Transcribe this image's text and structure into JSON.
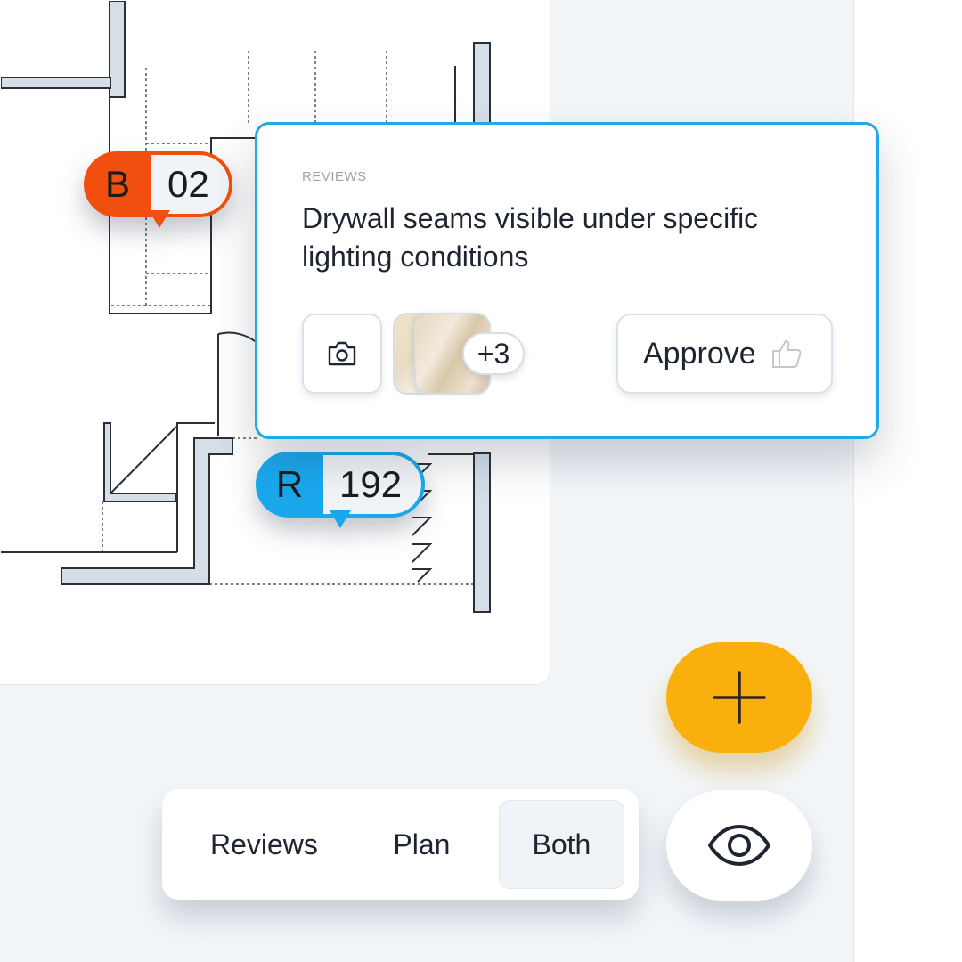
{
  "popup": {
    "section_label": "REVIEWS",
    "description": "Drywall seams visible under specific lighting conditions",
    "extra_photos": "+3",
    "approve_label": "Approve"
  },
  "pins": [
    {
      "letter": "B",
      "number": "02",
      "color": "#f04f0f"
    },
    {
      "letter": "R",
      "number": "192",
      "color": "#1aa8ec"
    }
  ],
  "view_toggle": {
    "options": [
      "Reviews",
      "Plan",
      "Both"
    ],
    "selected": "Both"
  },
  "icons": {
    "camera": "camera-icon",
    "thumbs_up": "thumbs-up-icon",
    "add": "plus-icon",
    "visibility": "eye-icon"
  },
  "colors": {
    "accent_blue": "#1fa9ea",
    "accent_orange": "#f04f0f",
    "fab_yellow": "#f9b00d"
  }
}
